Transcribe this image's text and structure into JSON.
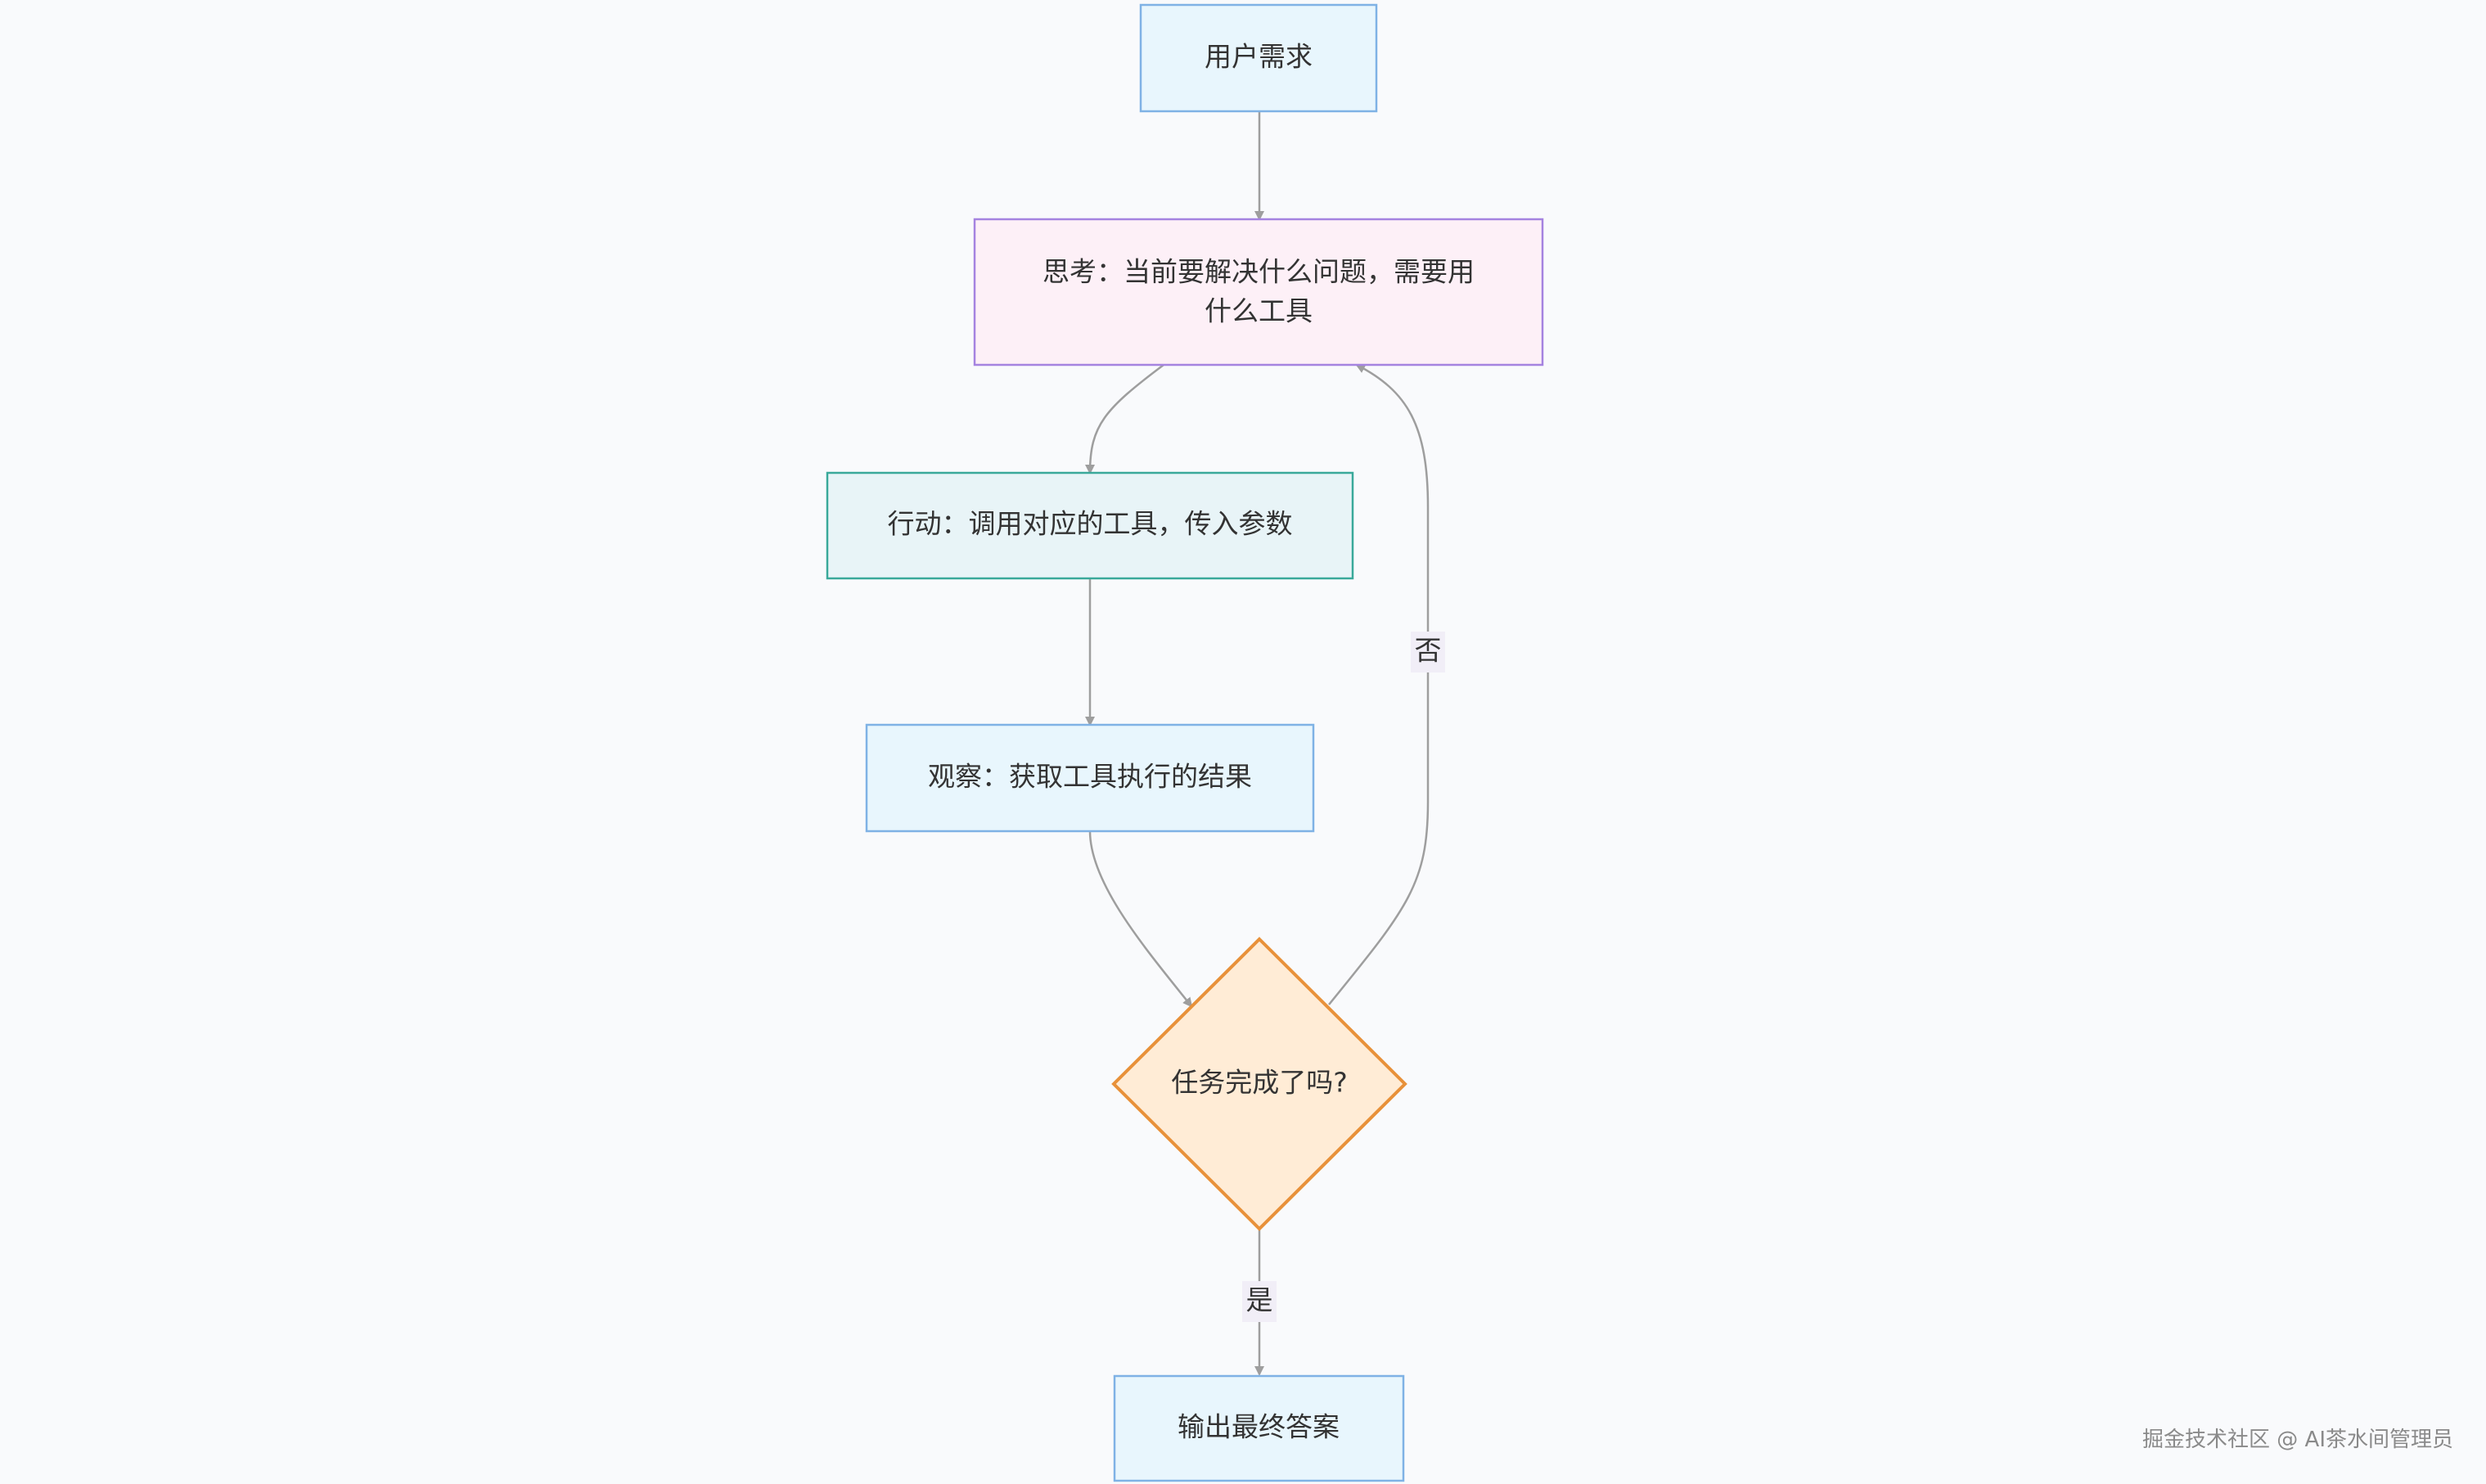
{
  "nodes": {
    "user_need": {
      "label": "用户需求",
      "fill": "#e8f6fd",
      "stroke": "#7fb2e5"
    },
    "think": {
      "label_line1": "思考：当前要解决什么问题，需要用",
      "label_line2": "什么工具",
      "fill": "#fdf0f7",
      "stroke": "#a583e0"
    },
    "action": {
      "label": "行动：调用对应的工具，传入参数",
      "fill": "#e8f4f7",
      "stroke": "#3aa99a"
    },
    "observe": {
      "label": "观察：获取工具执行的结果",
      "fill": "#e8f6fd",
      "stroke": "#7fb2e5"
    },
    "decision": {
      "label": "任务完成了吗?",
      "fill": "#ffecd6",
      "stroke": "#e8913a"
    },
    "output": {
      "label": "输出最终答案",
      "fill": "#e8f6fd",
      "stroke": "#7fb2e5"
    }
  },
  "edges": {
    "no_label": "否",
    "yes_label": "是",
    "label_bg": "#f1eef7",
    "line_color": "#9e9e9e"
  },
  "watermark": "掘金技术社区 @ AI茶水间管理员"
}
